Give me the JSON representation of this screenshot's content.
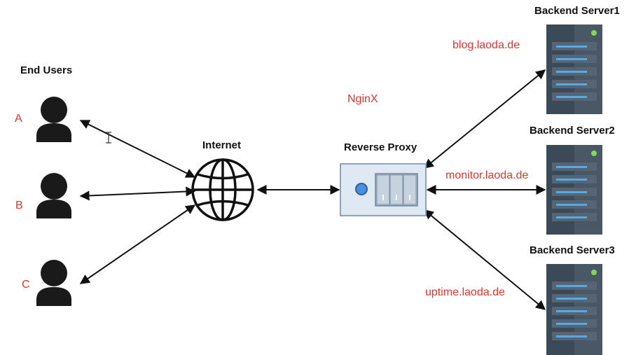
{
  "labels": {
    "end_users": "End Users",
    "internet": "Internet",
    "reverse_proxy": "Reverse Proxy",
    "nginx": "NginX",
    "server1": "Backend Server1",
    "server2": "Backend Server2",
    "server3": "Backend Server3",
    "domain1": "blog.laoda.de",
    "domain2": "monitor.laoda.de",
    "domain3": "uptime.laoda.de"
  },
  "users": [
    {
      "letter": "A"
    },
    {
      "letter": "B"
    },
    {
      "letter": "C"
    }
  ],
  "colors": {
    "accent_red": "#e8342b",
    "server_body": "#3c4a57",
    "server_stripe": "#57a9e0",
    "server_led": "#7ed957",
    "proxy_fill": "#dfe9f3",
    "proxy_border": "#8ea4b8",
    "proxy_dot": "#4a90e2",
    "icon_dark": "#1a1a1a"
  }
}
